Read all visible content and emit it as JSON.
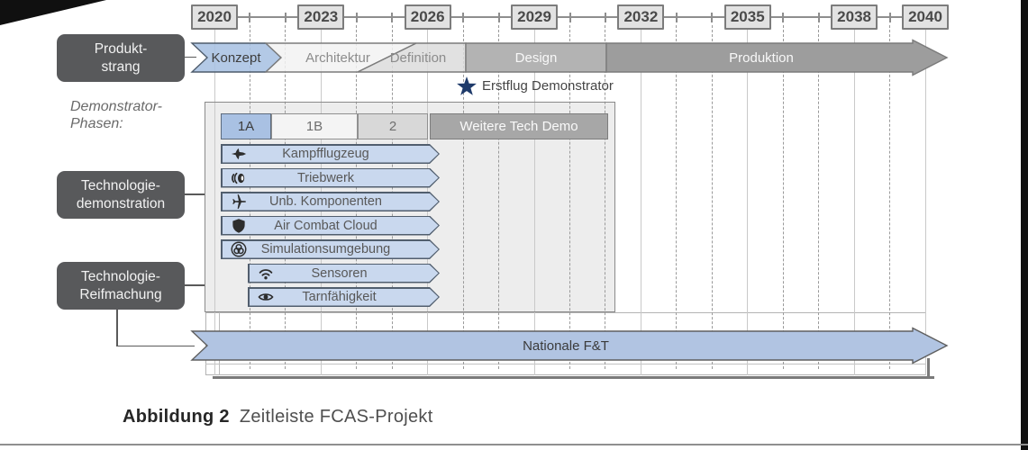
{
  "figure": {
    "caption_label": "Abbildung 2",
    "caption_title": "Zeitleiste FCAS-Projekt"
  },
  "axis": {
    "start_year": 2020,
    "end_year": 2040,
    "labeled_years": [
      2020,
      2023,
      2026,
      2029,
      2032,
      2035,
      2038,
      2040
    ]
  },
  "side_labels": [
    {
      "id": "produktstrang",
      "lines": [
        "Produkt-",
        "strang"
      ]
    },
    {
      "id": "technologiedemonstration",
      "lines": [
        "Technologie-",
        "demonstration"
      ]
    },
    {
      "id": "technologiereifmachung",
      "lines": [
        "Technologie-",
        "Reifmachung"
      ]
    }
  ],
  "section_label": {
    "lines": [
      "Demonstrator-",
      "Phasen:"
    ]
  },
  "product_track": {
    "segments": [
      {
        "label": "Konzept",
        "fill": "#a9c1e3",
        "text_color": "#3d3d3d"
      },
      {
        "label": "Architektur",
        "fill": "#f2f2f2",
        "text_color": "#8c8c8c"
      },
      {
        "label": "Definition",
        "fill": "#dcdcdc",
        "text_color": "#8c8c8c"
      },
      {
        "label": "Design",
        "fill": "#b3b3b3",
        "text_color": "#f8f8f8"
      },
      {
        "label": "Produktion",
        "fill": "#9d9d9d",
        "text_color": "#f8f8f8"
      }
    ]
  },
  "milestone": {
    "label": "Erstflug Demonstrator",
    "color": "#1e3a6a"
  },
  "phases": [
    {
      "label": "1A",
      "fill": "#a9c1e3",
      "border": "#5c6a7d",
      "text_color": "#3d3d3d"
    },
    {
      "label": "1B",
      "fill": "#f4f4f4",
      "border": "#909090",
      "text_color": "#6f6f6f"
    },
    {
      "label": "2",
      "fill": "#d8d8d8",
      "border": "#909090",
      "text_color": "#6f6f6f"
    },
    {
      "label": "Weitere Tech Demo",
      "fill": "#a7a7a7",
      "border": "#7d7d7d",
      "text_color": "#fafafa"
    }
  ],
  "tech_bars": [
    {
      "label": "Kampfflugzeug",
      "icon": "fighter-jet-icon",
      "indent": false
    },
    {
      "label": "Triebwerk",
      "icon": "engine-icon",
      "indent": false
    },
    {
      "label": "Unb. Komponenten",
      "icon": "plane-icon",
      "indent": false
    },
    {
      "label": "Air Combat Cloud",
      "icon": "shield-icon",
      "indent": false
    },
    {
      "label": "Simulationsumgebung",
      "icon": "simulation-icon",
      "indent": false
    },
    {
      "label": "Sensoren",
      "icon": "signal-icon",
      "indent": true
    },
    {
      "label": "Tarnfähigkeit",
      "icon": "eye-icon",
      "indent": true
    }
  ],
  "national_track": {
    "label": "Nationale F&T",
    "fill": "#b1c4e2"
  }
}
